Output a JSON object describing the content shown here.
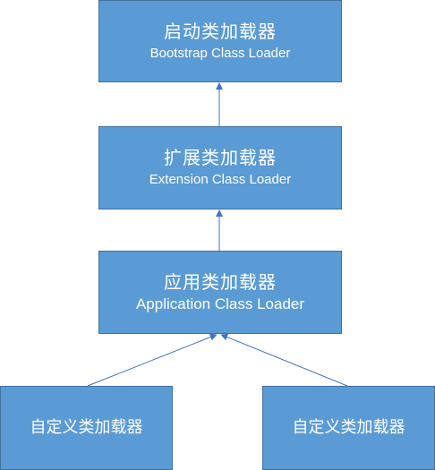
{
  "diagram": {
    "nodes": {
      "bootstrap": {
        "title": "启动类加载器",
        "subtitle": "Bootstrap Class Loader"
      },
      "extension": {
        "title": "扩展类加载器",
        "subtitle": "Extension Class Loader"
      },
      "application": {
        "title": "应用类加载器",
        "subtitle": "Application Class Loader"
      },
      "custom_left": {
        "title": "自定义类加载器"
      },
      "custom_right": {
        "title": "自定义类加载器"
      }
    },
    "edges": [
      {
        "from": "extension",
        "to": "bootstrap"
      },
      {
        "from": "application",
        "to": "extension"
      },
      {
        "from": "custom_left",
        "to": "application"
      },
      {
        "from": "custom_right",
        "to": "application"
      }
    ],
    "colors": {
      "box_fill": "#5b9bd5",
      "box_border": "#41719c",
      "box_text": "#ffffff",
      "arrow": "#4472c4"
    }
  }
}
